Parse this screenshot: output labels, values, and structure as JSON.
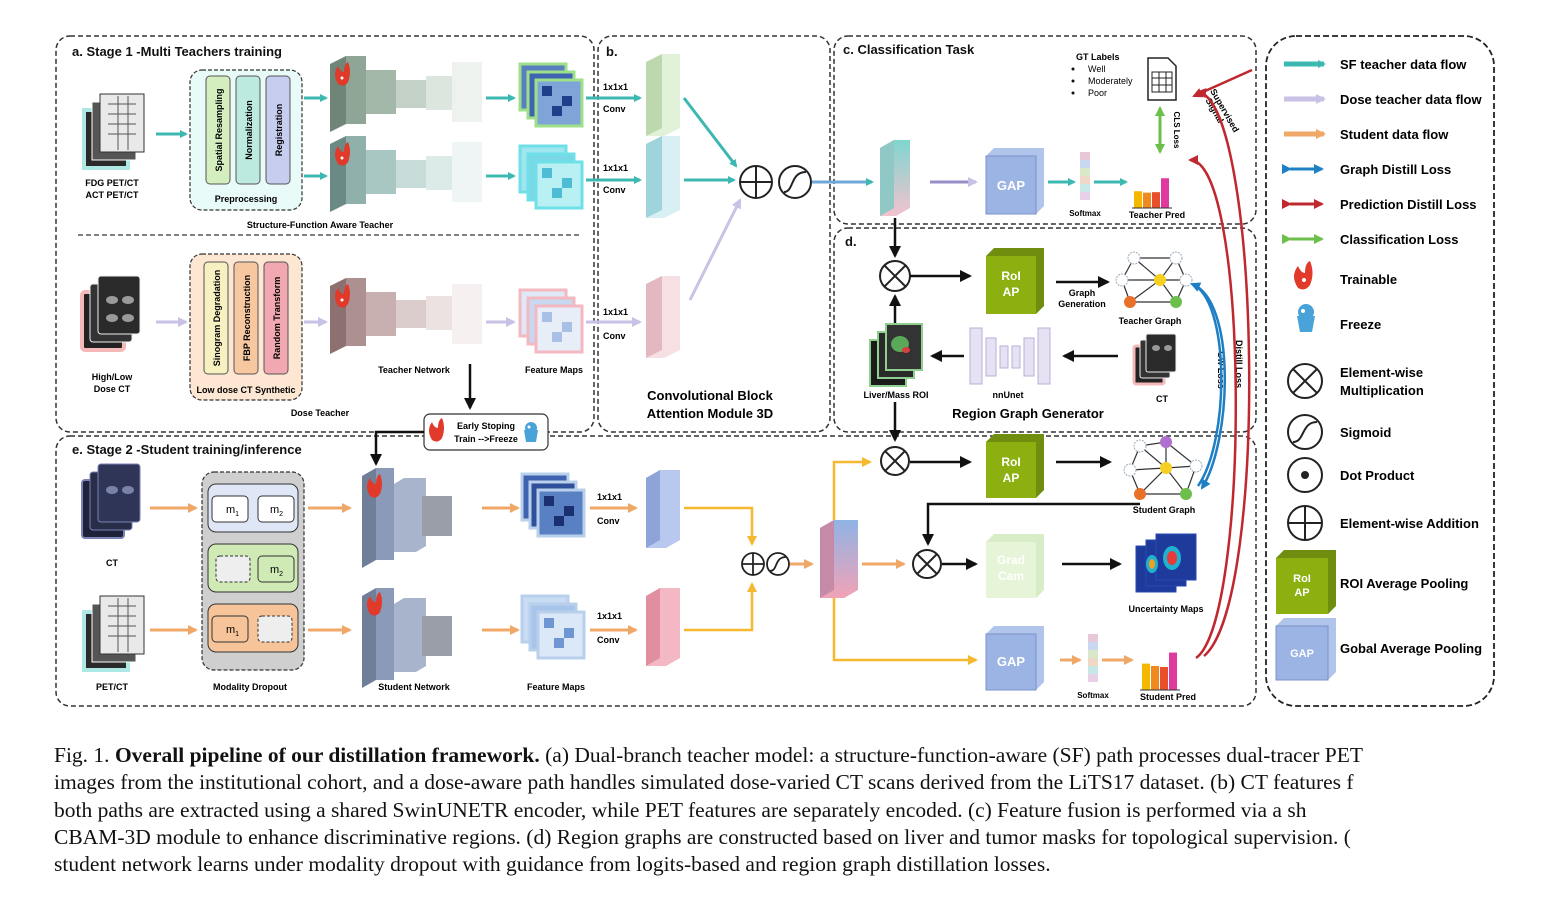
{
  "figure": {
    "panels": {
      "a": {
        "title": "a. Stage 1 -Multi Teachers training",
        "fdg": [
          "FDG PET/CT",
          "ACT PET/CT"
        ],
        "preproc_steps": [
          "Spatial Resampling",
          "Normalization",
          "Registration"
        ],
        "preproc_label": "Preprocessing",
        "sf_teacher": "Structure-Function Aware Teacher",
        "highlow": [
          "High/Low",
          "Dose CT"
        ],
        "dose_steps": [
          "Sinogram Degradation",
          "FBP Reconstruction",
          "Random Transform"
        ],
        "dose_label": "Low dose CT Synthetic",
        "teacher_network": "Teacher Network",
        "feature_maps": "Feature Maps",
        "dose_teacher": "Dose Teacher",
        "early_stop": [
          "Early Stoping",
          "Train -->Freeze"
        ]
      },
      "b": {
        "title": "b.",
        "conv": [
          "1x1x1",
          "Conv"
        ],
        "cbam": [
          "Convolutional  Block",
          "Attention Module 3D"
        ]
      },
      "c": {
        "title": "c. Classification Task",
        "gt_title": "GT Labels",
        "gt_items": [
          "Well",
          "Moderately",
          "Poor"
        ],
        "cls_loss": "CLS Loss",
        "supervised": [
          "Supervised",
          "Signal"
        ],
        "gap": "GAP",
        "softmax": "Softmax",
        "teacher_pred": "Teacher Pred"
      },
      "d": {
        "title": "d.",
        "roi": [
          "RoI",
          "AP"
        ],
        "graph_gen": [
          "Graph",
          "Generation"
        ],
        "teacher_graph": "Teacher Graph",
        "liver_roi": "Liver/Mass ROI",
        "nnunet": "nnUnet",
        "ct": "CT",
        "rgg": "Region Graph Generator",
        "gw_loss": "Gw Loss",
        "distill_loss": "Distill Loss"
      },
      "e": {
        "title": "e. Stage 2 -Student training/inference",
        "ct": "CT",
        "petct": "PET/CT",
        "m1": "m",
        "m2": "m",
        "sub1": "1",
        "sub2": "2",
        "modality_dropout": "Modality Dropout",
        "student_network": "Student Network",
        "feature_maps": "Feature Maps",
        "conv": [
          "1x1x1",
          "Conv"
        ],
        "roi": [
          "RoI",
          "AP"
        ],
        "student_graph": "Student Graph",
        "gradcam": [
          "Grad",
          "Cam"
        ],
        "uncertainty": "Uncertainty Maps",
        "gap": "GAP",
        "softmax": "Softmax",
        "student_pred": "Student  Pred"
      }
    },
    "legend": [
      {
        "label": "SF teacher data flow",
        "color": "#3cb8b0"
      },
      {
        "label": "Dose teacher data flow",
        "color": "#c9c2e6"
      },
      {
        "label": "Student data flow",
        "color": "#f0a868"
      },
      {
        "label": "Graph Distill Loss",
        "color": "#1f7fc4"
      },
      {
        "label": "Prediction Distill Loss",
        "color": "#c0282f"
      },
      {
        "label": "Classification Loss",
        "color": "#6cbf4a"
      },
      {
        "label": "Trainable"
      },
      {
        "label": "Freeze"
      },
      {
        "label": "Element-wise Multiplication"
      },
      {
        "label": "Sigmoid"
      },
      {
        "label": "Dot Product"
      },
      {
        "label": "Element-wise Addition"
      },
      {
        "label": "ROI Average Pooling",
        "icon": [
          "RoI",
          "AP"
        ]
      },
      {
        "label": "Gobal Average Pooling",
        "icon": "GAP"
      }
    ],
    "bar_colors": [
      "#f5b800",
      "#f08a1f",
      "#e8502c",
      "#e8365a",
      "#e03aa0"
    ],
    "teacher_pred_values": [
      0.35,
      0.32,
      0.33,
      0.62
    ],
    "student_pred_values": [
      0.55,
      0.5,
      0.48,
      0.78
    ]
  },
  "caption": {
    "lines": [
      [
        "Fig. 1.  ",
        "Overall pipeline of our distillation framework.",
        " (a) Dual-branch teacher model: a structure-function-aware (SF) path processes dual-tracer PET"
      ],
      "images from the institutional cohort, and a dose-aware path handles simulated dose-varied CT scans derived from the LiTS17 dataset. (b) CT features f",
      "both paths are extracted using a shared SwinUNETR encoder, while PET features are separately encoded. (c) Feature fusion is performed via a sh",
      "CBAM-3D module to enhance discriminative regions. (d) Region graphs are constructed based on liver and tumor masks for topological supervision. (",
      "student network learns under modality dropout with guidance from logits-based and region graph distillation losses."
    ]
  }
}
